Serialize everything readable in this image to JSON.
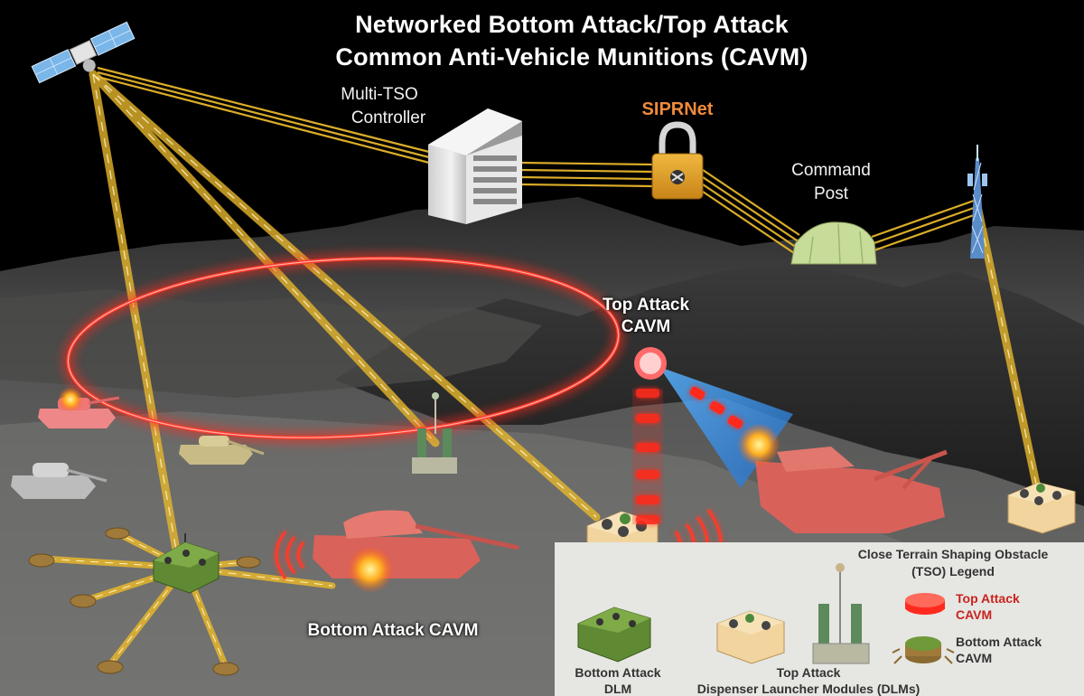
{
  "title": {
    "line1": "Networked Bottom Attack/Top Attack",
    "line2": "Common Anti-Vehicle Munitions (CAVM)"
  },
  "nodes": {
    "controller": {
      "line1": "Multi-TSO",
      "line2": "Controller"
    },
    "siprnet": "SIPRNet",
    "command_post": {
      "line1": "Command",
      "line2": "Post"
    }
  },
  "callouts": {
    "top_attack": {
      "line1": "Top Attack",
      "line2": "CAVM"
    },
    "bottom_attack": "Bottom Attack CAVM"
  },
  "legend": {
    "title_line1": "Close Terrain Shaping Obstacle",
    "title_line2": "(TSO) Legend",
    "top_attack_cavm": {
      "line1": "Top Attack",
      "line2": "CAVM"
    },
    "bottom_attack_cavm": {
      "line1": "Bottom Attack",
      "line2": "CAVM"
    },
    "bottom_attack_dlm": {
      "line1": "Bottom Attack",
      "line2": "DLM"
    },
    "top_attack_dlm": {
      "line1": "Top Attack",
      "line2": "Dispenser Launcher Modules (DLMs)"
    }
  },
  "colors": {
    "link": "#e6b62c",
    "red_ring": "#ff2a1e",
    "siprnet": "#f08a3a",
    "legend_bg": "#e6e6e2",
    "legend_text": "#333333",
    "legend_red_text": "#c8231e"
  }
}
